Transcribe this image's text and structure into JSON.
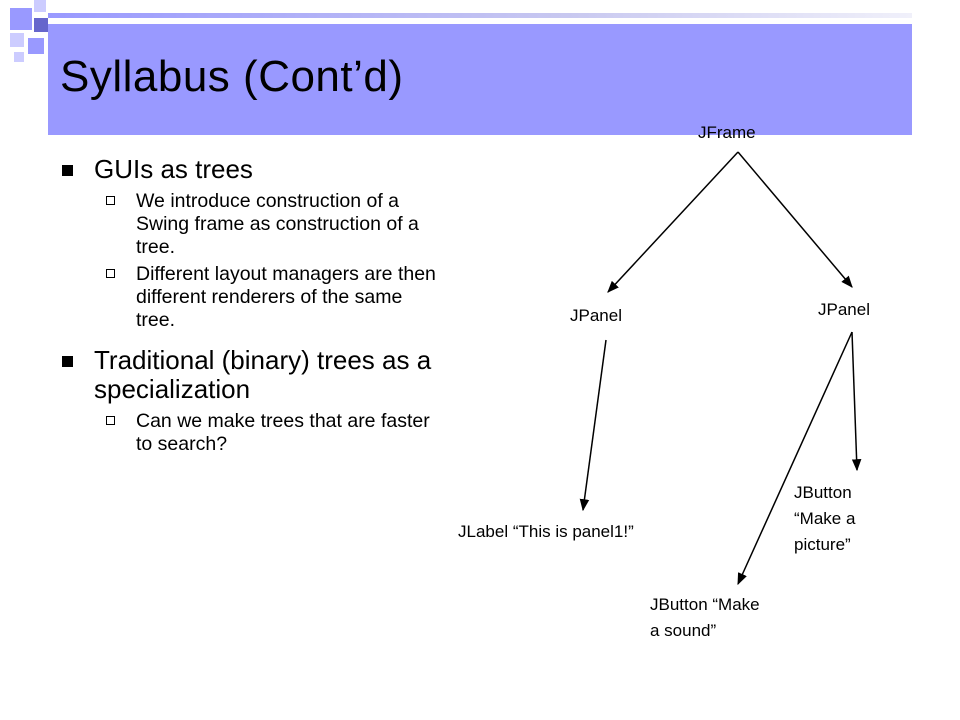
{
  "slide": {
    "title": "Syllabus (Cont’d)"
  },
  "bullets": [
    {
      "text": "GUIs as trees",
      "sub": [
        "We introduce construction of a Swing frame as construction of a tree.",
        "Different layout managers are then different renderers of the same tree."
      ]
    },
    {
      "text": "Traditional (binary) trees as a specialization",
      "sub": [
        "Can we make trees that are faster to search?"
      ]
    }
  ],
  "tree": {
    "root": "JFrame",
    "left_panel": "JPanel",
    "right_panel": "JPanel",
    "label_node": "JLabel “This is panel1!”",
    "button_picture": [
      "JButton",
      "“Make a",
      "picture”"
    ],
    "button_sound": [
      "JButton “Make",
      "a sound”"
    ]
  },
  "colors": {
    "accent": "#9999ff",
    "accent_dark": "#6666cc",
    "accent_light": "#ccccff"
  }
}
